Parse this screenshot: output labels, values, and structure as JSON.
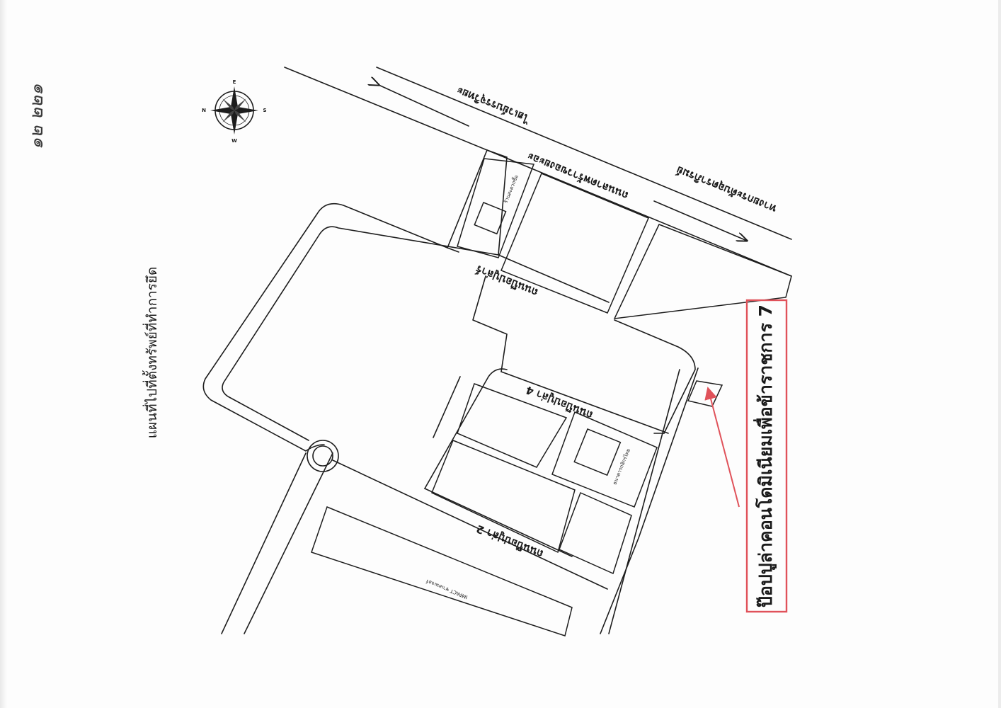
{
  "handwritten_page_note": "๑๒ ๒๒๑",
  "map_title": "แผนที่ไปที่ตั้งทรัพย์ที่ทำการยึด",
  "compass": {
    "north": "N",
    "east": "E",
    "south": "S",
    "west": "W"
  },
  "streets": {
    "highway_1": "ไฮเวย์บรรจุวิทยะ",
    "highway_2": "ทางยกระดับอุตราภิรมย์",
    "frontage_road": "ถนนลาดพร้าวของยะอะ",
    "soi_1": "ถนนป๊อปปูล่าร์",
    "soi_4": "ถนนป๊อปปูล่า 4",
    "soi_2": "ถนนป๊อปปูล่า 2"
  },
  "buildings": {
    "shop": "ร้านสะดวกซื้อ",
    "bank": "ธนาคารกสิกรไทย",
    "impact": "IMPACT ชาเลนเจอร์"
  },
  "target_label": "ป๊อปปูล่าคอนโดมิเนียมเพื่อข้าราชการ 7",
  "colors": {
    "line": "#1d1d1d",
    "highlight": "#e0525a"
  }
}
